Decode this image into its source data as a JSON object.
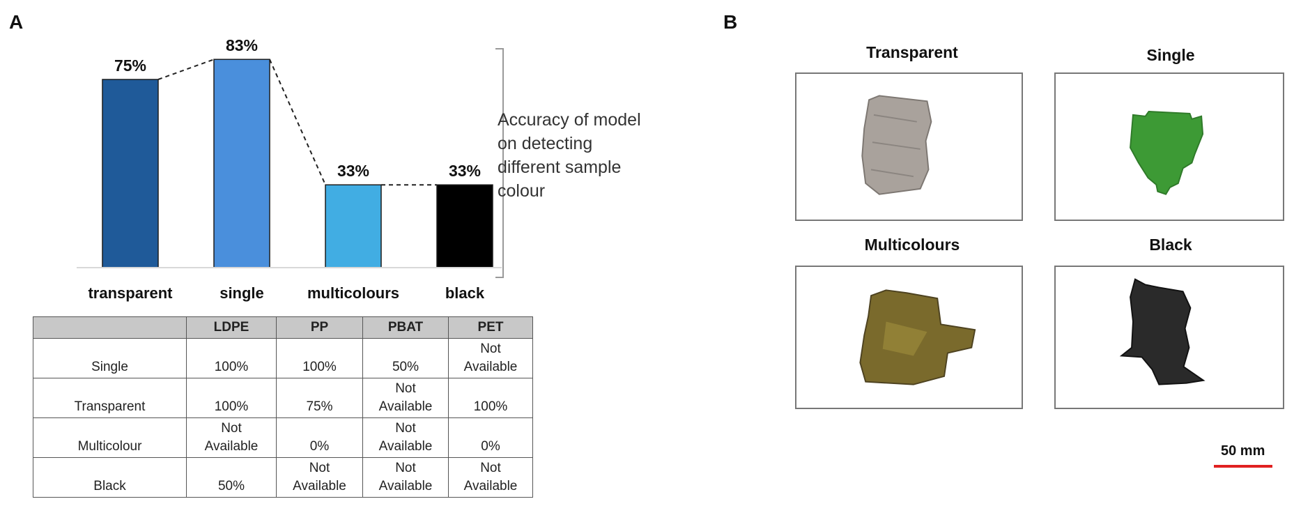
{
  "panel_a": {
    "letter": "A",
    "note_lines": [
      "Accuracy of model",
      "on detecting",
      "different sample",
      "colour"
    ],
    "table": {
      "headers": [
        "",
        "LDPE",
        "PP",
        "PBAT",
        "PET"
      ],
      "rows": [
        {
          "label": "Single",
          "cells": [
            [
              "100%"
            ],
            [
              "100%"
            ],
            [
              "50%"
            ],
            [
              "Not",
              "Available"
            ]
          ]
        },
        {
          "label": "Transparent",
          "cells": [
            [
              "100%"
            ],
            [
              "75%"
            ],
            [
              "Not",
              "Available"
            ],
            [
              "100%"
            ]
          ]
        },
        {
          "label": "Multicolour",
          "cells": [
            [
              "Not",
              "Available"
            ],
            [
              "0%"
            ],
            [
              "Not",
              "Available"
            ],
            [
              "0%"
            ]
          ]
        },
        {
          "label": "Black",
          "cells": [
            [
              "50%"
            ],
            [
              "Not",
              "Available"
            ],
            [
              "Not",
              "Available"
            ],
            [
              "Not",
              "Available"
            ]
          ]
        }
      ]
    }
  },
  "chart_data": {
    "type": "bar",
    "title": "",
    "xlabel": "",
    "ylabel": "",
    "categories": [
      "transparent",
      "single",
      "multicolours",
      "black"
    ],
    "values": [
      75,
      83,
      33,
      33
    ],
    "value_labels": [
      "75%",
      "83%",
      "33%",
      "33%"
    ],
    "bar_colors": [
      "#1f5a99",
      "#4a8fdc",
      "#41ade3",
      "#000000"
    ],
    "ylim": [
      0,
      100
    ],
    "connector_line": "dashed",
    "grid": false,
    "legend": "none"
  },
  "panel_b": {
    "letter": "B",
    "photos": [
      {
        "title": "Transparent",
        "color": "#a9a29c",
        "icon": "transparent-sample"
      },
      {
        "title": "Single",
        "color": "#3d9a35",
        "icon": "green-sample"
      },
      {
        "title": "Multicolours",
        "color": "#7a6a2c",
        "icon": "multicolour-sample"
      },
      {
        "title": "Black",
        "color": "#2a2a2a",
        "icon": "black-sample"
      }
    ],
    "scale_label": "50 mm",
    "scale_color": "#e02020"
  }
}
